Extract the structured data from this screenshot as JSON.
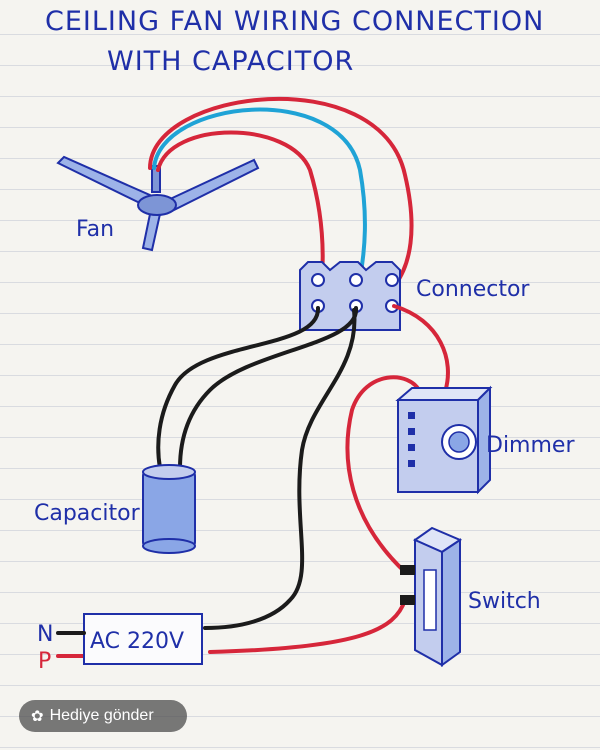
{
  "title": {
    "line1": "CEILING FAN WIRING CONNECTION",
    "line2": "WITH CAPACITOR"
  },
  "labels": {
    "fan": "Fan",
    "connector": "Connector",
    "dimmer": "Dimmer",
    "capacitor": "Capacitor",
    "switch": "Switch",
    "supply": "AC 220V",
    "neutral": "N",
    "phase": "P"
  },
  "overlay": {
    "gift_label": "Hediye gönder",
    "gift_icon": "gift-icon"
  },
  "colors": {
    "ink": "#1f2fa8",
    "red_wire": "#d6263a",
    "blue_wire": "#1fa3d6",
    "black_wire": "#1b1b1b"
  }
}
